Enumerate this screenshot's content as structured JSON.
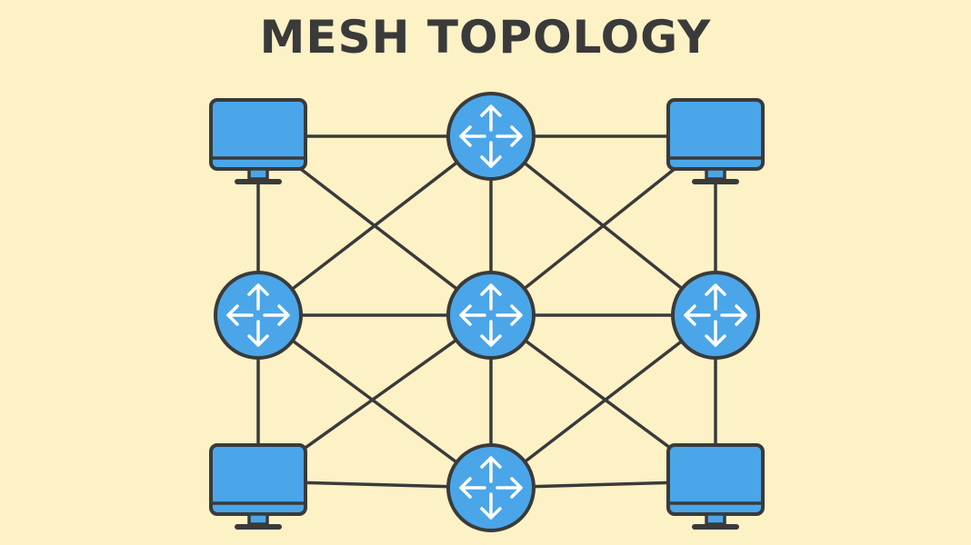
{
  "title": "MESH TOPOLOGY",
  "colors": {
    "background": "#fdf1c6",
    "node_fill": "#4aa6e8",
    "outline": "#3a3a3a",
    "arrow": "#ffffff",
    "title": "#3a3a3a"
  },
  "nodes": [
    {
      "id": "pc-top-left",
      "type": "computer"
    },
    {
      "id": "router-top-center",
      "type": "router"
    },
    {
      "id": "pc-top-right",
      "type": "computer"
    },
    {
      "id": "router-mid-left",
      "type": "router"
    },
    {
      "id": "router-center",
      "type": "router"
    },
    {
      "id": "router-mid-right",
      "type": "router"
    },
    {
      "id": "pc-bottom-left",
      "type": "computer"
    },
    {
      "id": "router-bottom-center",
      "type": "router"
    },
    {
      "id": "pc-bottom-right",
      "type": "computer"
    }
  ],
  "links": [
    [
      "pc-top-left",
      "router-top-center"
    ],
    [
      "router-top-center",
      "pc-top-right"
    ],
    [
      "pc-top-left",
      "router-mid-left"
    ],
    [
      "pc-top-left",
      "router-center"
    ],
    [
      "router-top-center",
      "router-mid-left"
    ],
    [
      "router-top-center",
      "router-center"
    ],
    [
      "router-top-center",
      "router-mid-right"
    ],
    [
      "pc-top-right",
      "router-center"
    ],
    [
      "pc-top-right",
      "router-mid-right"
    ],
    [
      "router-mid-left",
      "router-center"
    ],
    [
      "router-center",
      "router-mid-right"
    ],
    [
      "router-mid-left",
      "pc-bottom-left"
    ],
    [
      "router-mid-left",
      "router-bottom-center"
    ],
    [
      "router-center",
      "pc-bottom-left"
    ],
    [
      "router-center",
      "router-bottom-center"
    ],
    [
      "router-center",
      "pc-bottom-right"
    ],
    [
      "router-mid-right",
      "router-bottom-center"
    ],
    [
      "router-mid-right",
      "pc-bottom-right"
    ],
    [
      "pc-bottom-left",
      "router-bottom-center"
    ],
    [
      "router-bottom-center",
      "pc-bottom-right"
    ]
  ]
}
